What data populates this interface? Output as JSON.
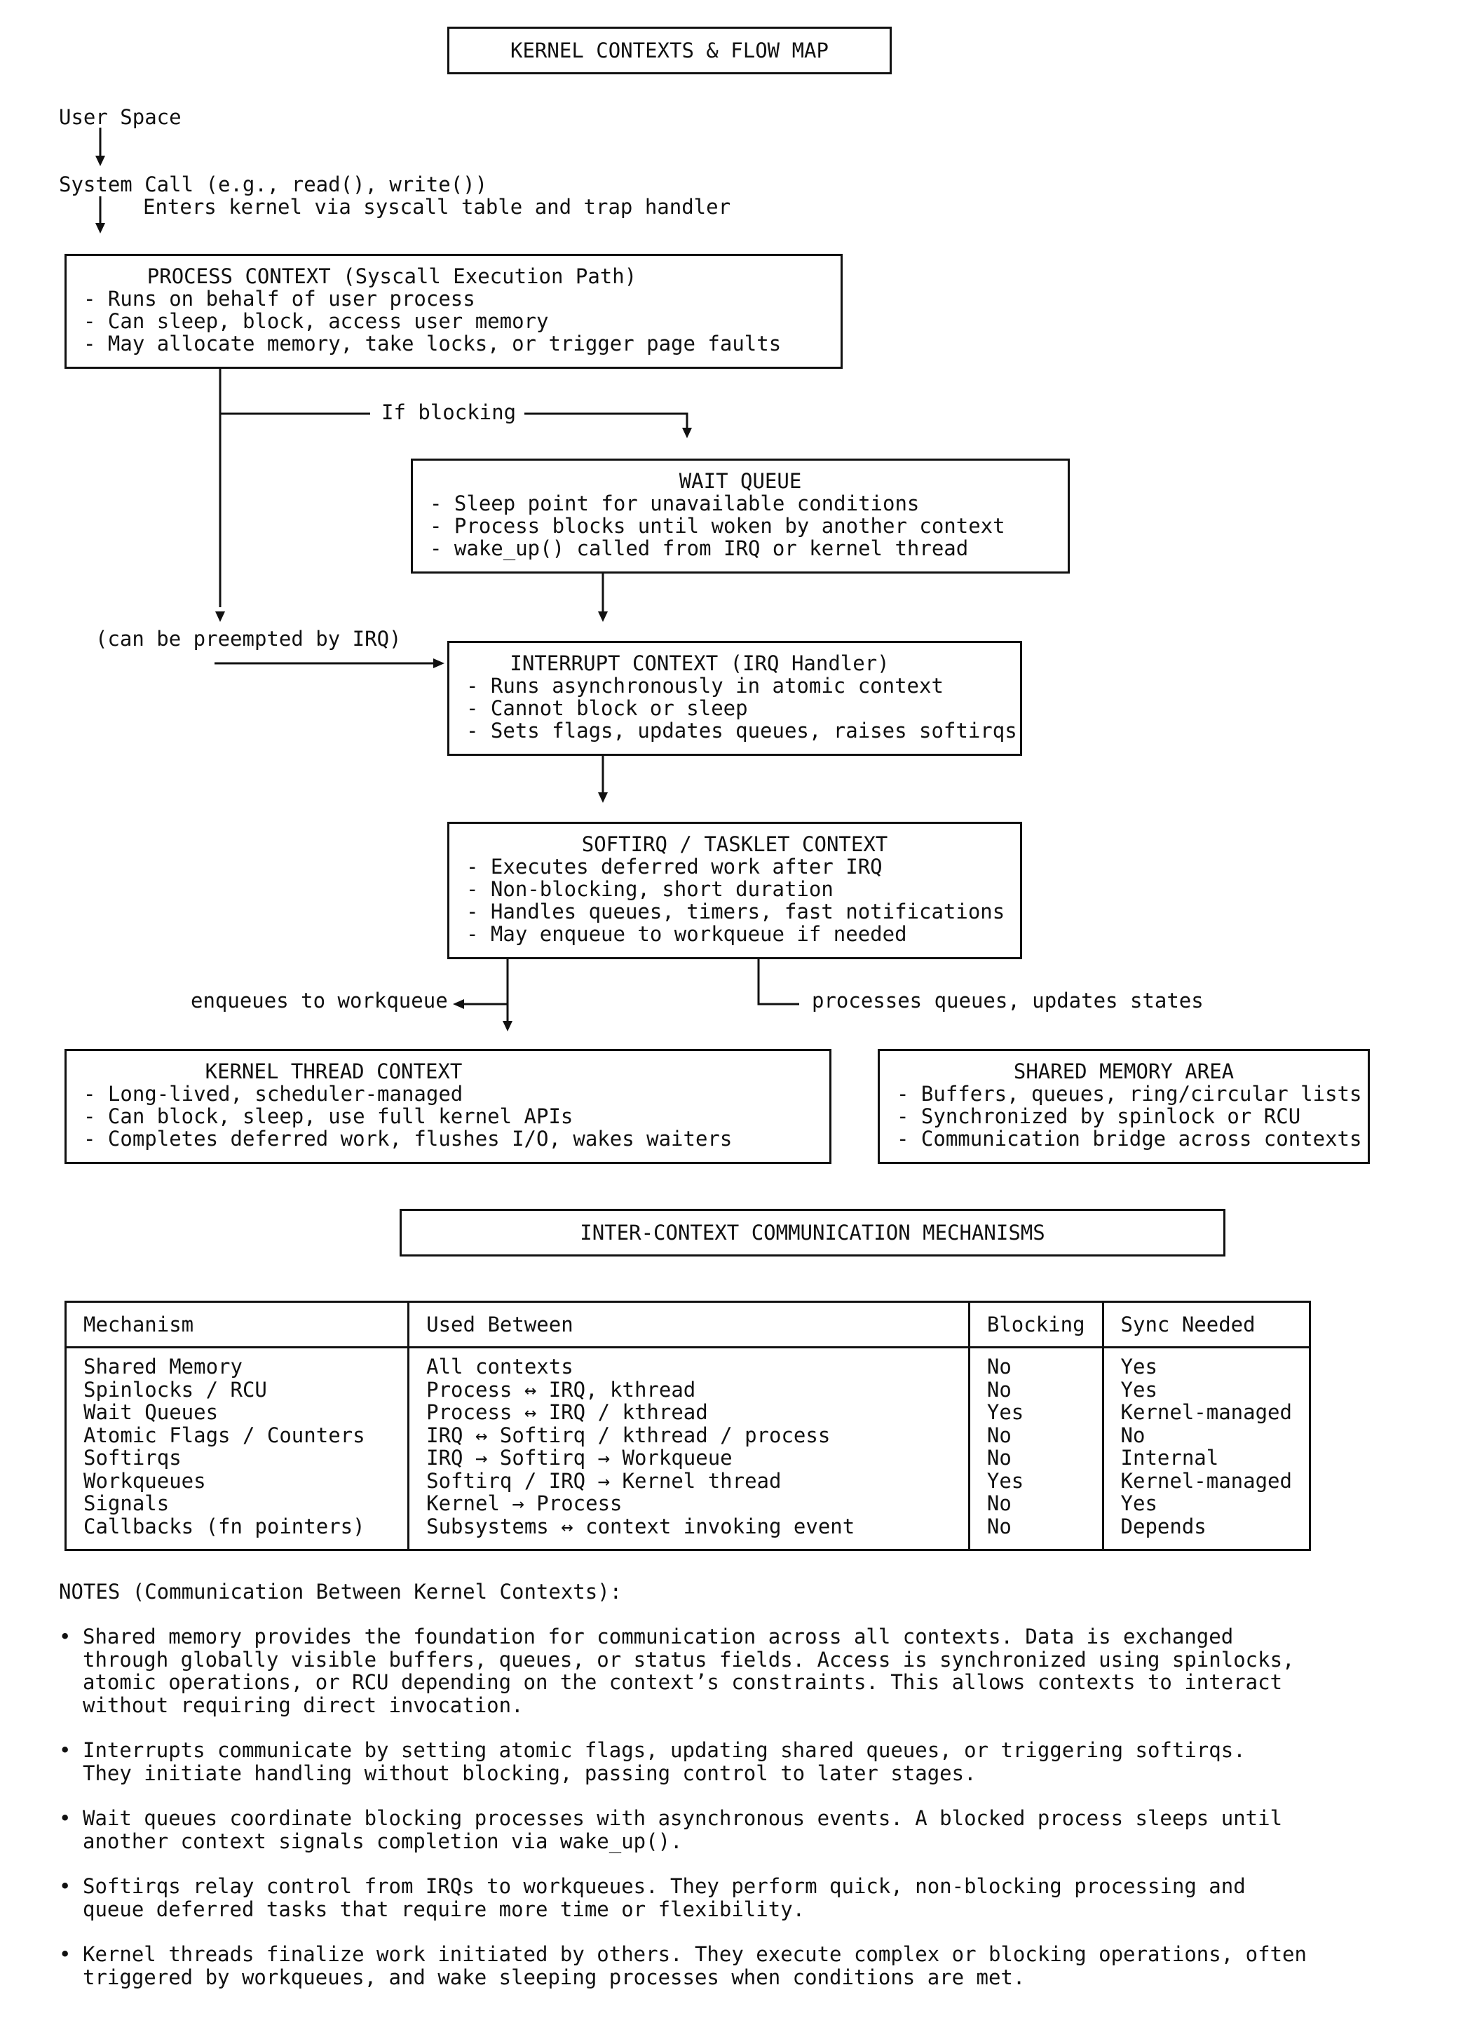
{
  "title": "KERNEL CONTEXTS & FLOW MAP",
  "flow": {
    "user_space": "User Space",
    "syscall": "System Call (e.g., read(), write())",
    "syscall_note": "Enters kernel via syscall table and trap handler",
    "if_blocking": "If blocking",
    "preempted": "(can be preempted by IRQ)",
    "enqueues": "enqueues to workqueue",
    "processes": "processes queues, updates states"
  },
  "boxes": {
    "process": {
      "title": "PROCESS CONTEXT (Syscall Execution Path)",
      "lines": [
        "- Runs on behalf of user process",
        "- Can sleep, block, access user memory",
        "- May allocate memory, take locks, or trigger page faults"
      ]
    },
    "wait_queue": {
      "title": "WAIT QUEUE",
      "lines": [
        "- Sleep point for unavailable conditions",
        "- Process blocks until woken by another context",
        "- wake_up() called from IRQ or kernel thread"
      ]
    },
    "interrupt": {
      "title": "INTERRUPT CONTEXT (IRQ Handler)",
      "lines": [
        "- Runs asynchronously in atomic context",
        "- Cannot block or sleep",
        "- Sets flags, updates queues, raises softirqs"
      ]
    },
    "softirq": {
      "title": "SOFTIRQ / TASKLET CONTEXT",
      "lines": [
        "- Executes deferred work after IRQ",
        "- Non-blocking, short duration",
        "- Handles queues, timers, fast notifications",
        "- May enqueue to workqueue if needed"
      ]
    },
    "kthread": {
      "title": "KERNEL THREAD CONTEXT",
      "lines": [
        "- Long-lived, scheduler-managed",
        "- Can block, sleep, use full kernel APIs",
        "- Completes deferred work, flushes I/O, wakes waiters"
      ]
    },
    "shared": {
      "title": "SHARED MEMORY AREA",
      "lines": [
        "- Buffers, queues, ring/circular lists",
        "- Synchronized by spinlock or RCU",
        "- Communication bridge across contexts"
      ]
    }
  },
  "mechanisms": {
    "title": "INTER-CONTEXT COMMUNICATION MECHANISMS",
    "headers": [
      "Mechanism",
      "Used Between",
      "Blocking",
      "Sync Needed"
    ],
    "rows": [
      [
        "Shared Memory",
        "All contexts",
        "No",
        "Yes"
      ],
      [
        "Spinlocks / RCU",
        "Process ↔ IRQ, kthread",
        "No",
        "Yes"
      ],
      [
        "Wait Queues",
        "Process ↔ IRQ / kthread",
        "Yes",
        "Kernel-managed"
      ],
      [
        "Atomic Flags / Counters",
        "IRQ ↔ Softirq / kthread / process",
        "No",
        "No"
      ],
      [
        "Softirqs",
        "IRQ → Softirq → Workqueue",
        "No",
        "Internal"
      ],
      [
        "Workqueues",
        "Softirq / IRQ → Kernel thread",
        "Yes",
        "Kernel-managed"
      ],
      [
        "Signals",
        "Kernel → Process",
        "No",
        "Yes"
      ],
      [
        "Callbacks (fn pointers)",
        "Subsystems ↔ context invoking event",
        "No",
        "Depends"
      ]
    ]
  },
  "notes": {
    "title": "NOTES (Communication Between Kernel Contexts):",
    "bullet": "•",
    "items": [
      "Shared memory provides the foundation for communication across all contexts. Data is exchanged\nthrough globally visible buffers, queues, or status fields. Access is synchronized using spinlocks,\natomic operations, or RCU depending on the context’s constraints. This allows contexts to interact\nwithout requiring direct invocation.",
      "Interrupts communicate by setting atomic flags, updating shared queues, or triggering softirqs.\nThey initiate handling without blocking, passing control to later stages.",
      "Wait queues coordinate blocking processes with asynchronous events. A blocked process sleeps until\nanother context signals completion via wake_up().",
      "Softirqs relay control from IRQs to workqueues. They perform quick, non-blocking processing and\nqueue deferred tasks that require more time or flexibility.",
      "Kernel threads finalize work initiated by others. They execute complex or blocking operations, often\ntriggered by workqueues, and wake sleeping processes when conditions are met."
    ]
  }
}
